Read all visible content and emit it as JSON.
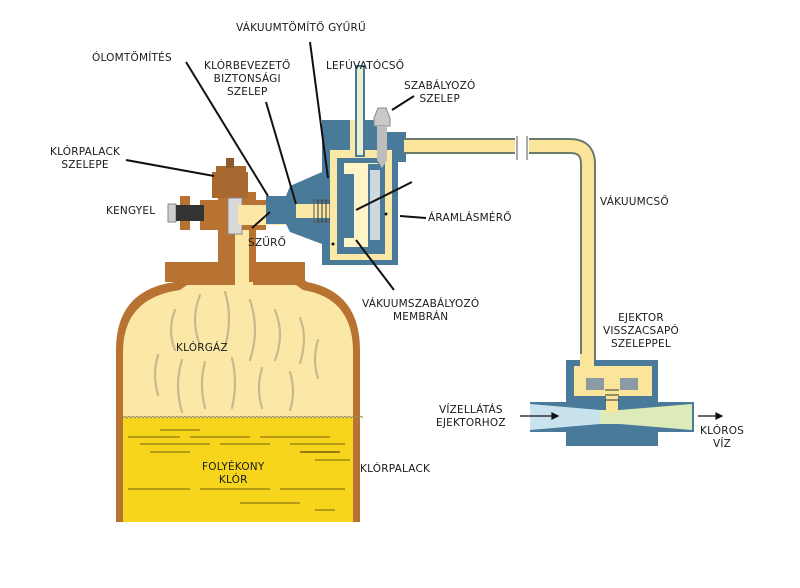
{
  "labels": {
    "vakuumtomito_gyuru": "VÁKUUMTÖMÍTŐ GYŰRŰ",
    "olomtomites": "ÓLOMTÖMÍTÉS",
    "klorbevezeto_1": "KLÓRBEVEZETŐ",
    "klorbevezeto_2": "BIZTONSÁGI",
    "klorbevezeto_3": "SZELEP",
    "lefuvatocso": "LEFÚVATÓCSŐ",
    "szabalyozo_1": "SZABÁLYOZÓ",
    "szabalyozo_2": "SZELEP",
    "klorpalack_szelepe_1": "KLÓRPALACK",
    "klorpalack_szelepe_2": "SZELEPE",
    "kengyel": "KENGYEL",
    "szuro": "SZŰRŐ",
    "aramlasmero": "ÁRAMLÁSMÉRŐ",
    "vakuumcso": "VÁKUUMCSŐ",
    "membran_1": "VÁKUUMSZABÁLYOZÓ",
    "membran_2": "MEMBRÁN",
    "ejektor_1": "EJEKTOR",
    "ejektor_2": "VISSZACSAPÓ",
    "ejektor_3": "SZELEPPEL",
    "klorgaz": "KLÓRGÁZ",
    "vizellatas_1": "VÍZELLÁTÁS",
    "vizellatas_2": "EJEKTORHOZ",
    "kloros_viz_1": "KLÓROS",
    "kloros_viz_2": "VÍZ",
    "folyekony_1": "FOLYÉKONY",
    "folyekony_2": "KLÓR",
    "klorpalack": "KLÓRPALACK"
  },
  "colors": {
    "brass": "#b87333",
    "brass_dark": "#8a5a2b",
    "gas": "#fbe8a6",
    "liquid": "#f7d51d",
    "housing": "#4a7a99",
    "pipe_fill": "#fbe59a",
    "water_in": "#c9e3ee",
    "water_out": "#dcebb8",
    "leader": "#111111"
  }
}
